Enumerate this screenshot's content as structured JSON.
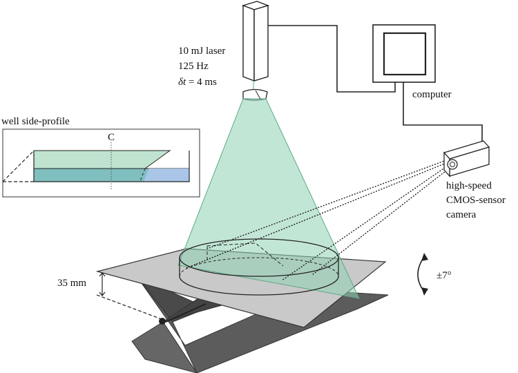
{
  "laser": {
    "energy": "10 mJ laser",
    "rate": "125 Hz",
    "dt_symbol": "δt",
    "dt_value": " = 4 ms"
  },
  "computer_label": "computer",
  "camera": {
    "line1": "high-speed",
    "line2": "CMOS-sensor",
    "line3": "camera"
  },
  "inset": {
    "title": "well side-profile",
    "center_mark": "C"
  },
  "depth_label": "35 mm",
  "tilt_label": "±7°",
  "colors": {
    "light_sheet": "#8fd1b4",
    "water_green": "#bfe3cf",
    "water_teal": "#7fbfbf",
    "water_blue": "#a9c6e8",
    "plate_top": "#c9c9c9",
    "plate_dark": "#5c5c5c"
  }
}
